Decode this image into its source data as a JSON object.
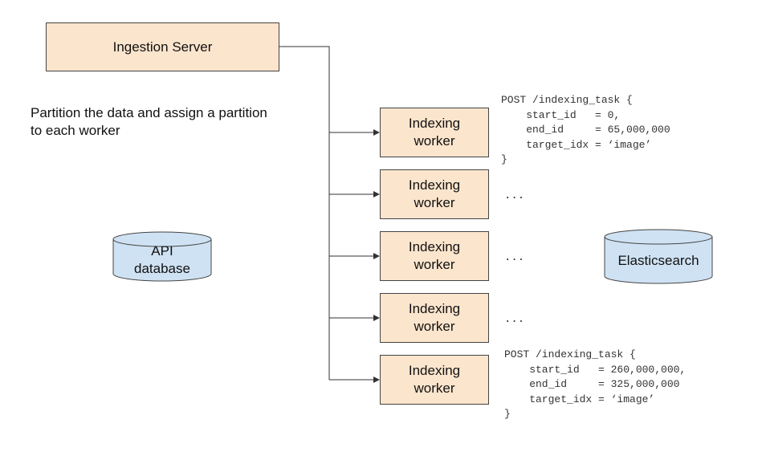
{
  "ingestion_server": {
    "label": "Ingestion Server"
  },
  "partition_note": {
    "line1": "Partition the data and assign a partition",
    "line2": "to each worker"
  },
  "workers": [
    {
      "line1": "Indexing",
      "line2": "worker"
    },
    {
      "line1": "Indexing",
      "line2": "worker"
    },
    {
      "line1": "Indexing",
      "line2": "worker"
    },
    {
      "line1": "Indexing",
      "line2": "worker"
    },
    {
      "line1": "Indexing",
      "line2": "worker"
    }
  ],
  "api_database": {
    "line1": "API",
    "line2": "database"
  },
  "elasticsearch": {
    "label": "Elasticsearch"
  },
  "requests": {
    "first": "POST /indexing_task {\n    start_id   = 0,\n    end_id     = 65,000,000\n    target_idx = ‘image’\n}",
    "last": "POST /indexing_task {\n    start_id   = 260,000,000,\n    end_id     = 325,000,000\n    target_idx = ‘image’\n}"
  },
  "ellipses": [
    "...",
    "...",
    "..."
  ],
  "colors": {
    "box_fill": "#fce5cd",
    "db_fill": "#cfe2f3",
    "stroke": "#444444"
  }
}
